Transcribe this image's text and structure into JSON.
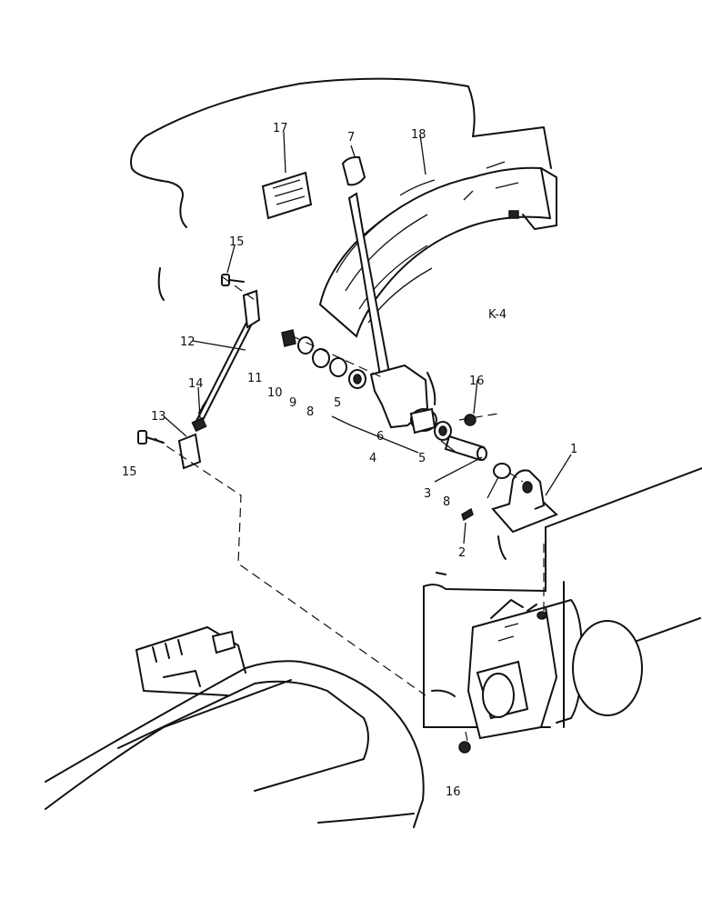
{
  "diagram": {
    "view_label": "K-4",
    "callouts": {
      "p1": "1",
      "p2": "2",
      "p3": "3",
      "p4": "4",
      "p5a": "5",
      "p5b": "5",
      "p6": "6",
      "p7": "7",
      "p8a": "8",
      "p8b": "8",
      "p9": "9",
      "p10": "10",
      "p11": "11",
      "p12": "12",
      "p13": "13",
      "p14": "14",
      "p15a": "15",
      "p15b": "15",
      "p16a": "16",
      "p16b": "16",
      "p17": "17",
      "p18": "18"
    }
  }
}
